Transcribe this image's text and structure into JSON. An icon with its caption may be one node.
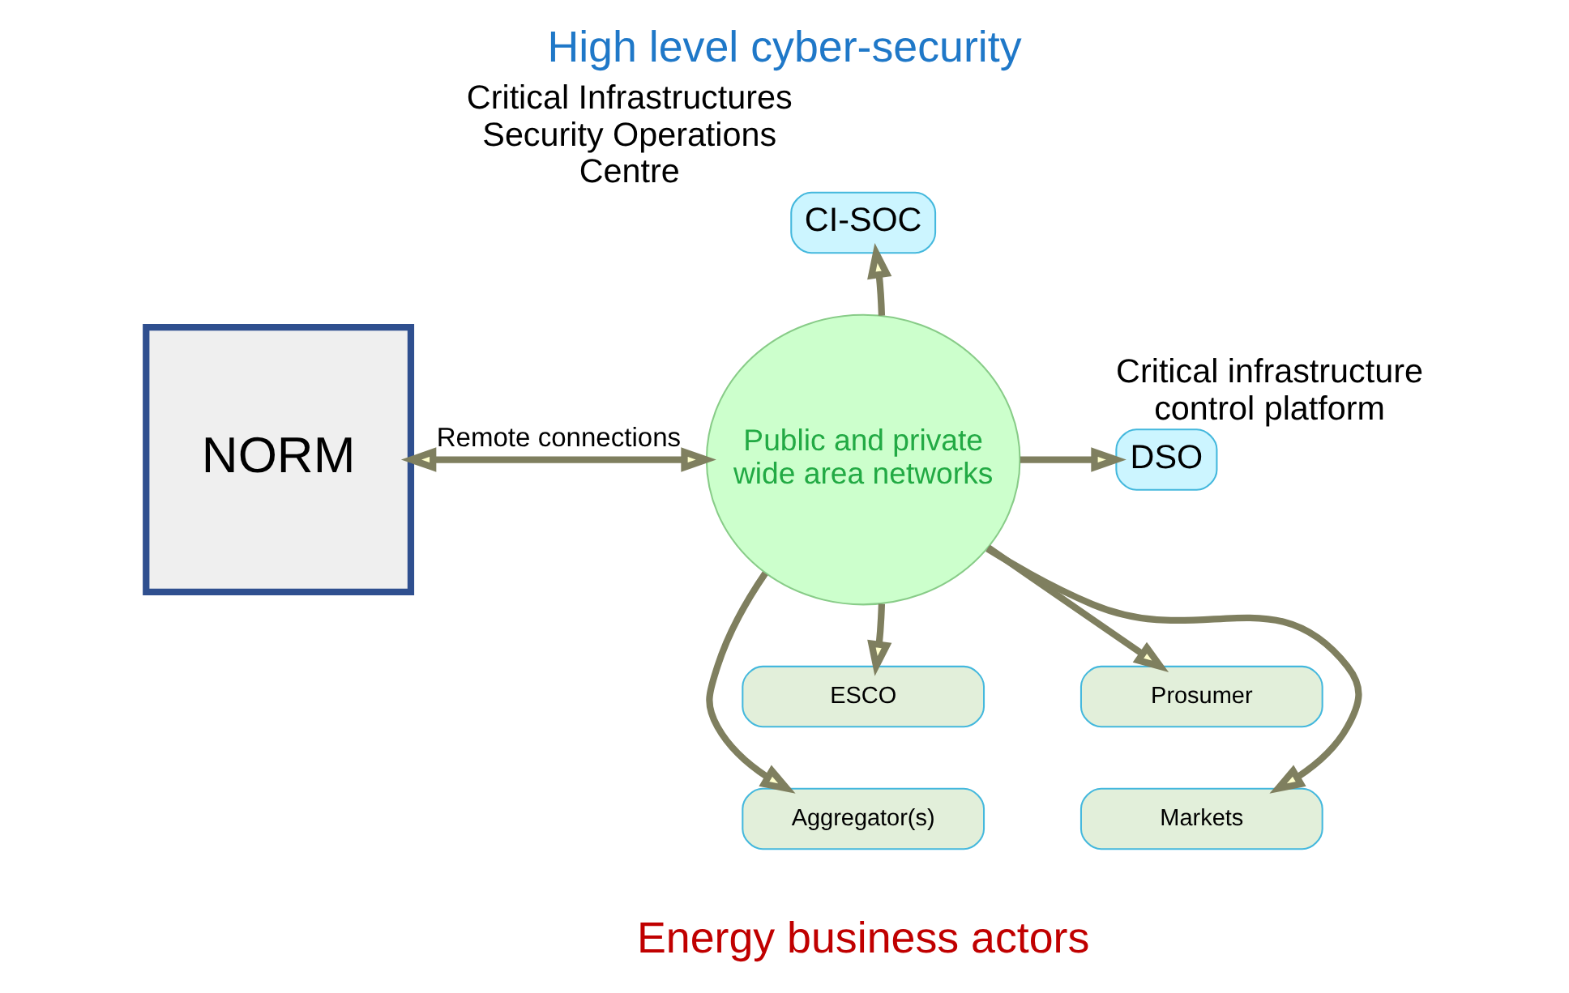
{
  "diagram": {
    "title": "High level cyber-security",
    "nodes": [
      {
        "text": [
          "NORM"
        ]
      },
      {
        "text": [
          "Public and private wide area networks"
        ]
      },
      {
        "text": [
          "CI-SOC"
        ],
        "beside": [
          "Critical Infrastructures Security Operations Centre"
        ]
      },
      {
        "text": [
          "DSO"
        ],
        "beside": [
          "Critical infrastructure control platform"
        ]
      },
      {
        "text": [
          "ESCO"
        ]
      },
      {
        "text": [
          "Prosumer"
        ]
      },
      {
        "text": [
          "Aggregator(s)"
        ]
      },
      {
        "text": [
          "Markets"
        ]
      }
    ],
    "edges": [
      {
        "from": 0,
        "to": 1,
        "arrow": "both",
        "label": "Remote connections"
      },
      {
        "from": 1,
        "to": 2,
        "arrow": "to"
      },
      {
        "from": 1,
        "to": 3,
        "arrow": "to"
      },
      {
        "from": 1,
        "to": 4,
        "arrow": "to"
      },
      {
        "from": 1,
        "to": 5,
        "arrow": "to"
      },
      {
        "from": 1,
        "to": 6,
        "arrow": "to"
      },
      {
        "from": 1,
        "to": 7,
        "arrow": "to"
      }
    ],
    "labels": [
      "Energy business actors"
    ]
  }
}
